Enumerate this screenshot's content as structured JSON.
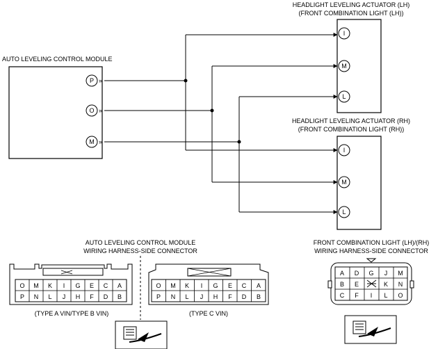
{
  "module": {
    "title": "AUTO LEVELING CONTROL MODULE",
    "pins": [
      "P",
      "O",
      "M"
    ]
  },
  "actuator_lh": {
    "title_line1": "HEADLIGHT LEVELING ACTUATOR (LH)",
    "title_line2": "(FRONT COMBINATION LIGHT (LH))",
    "pins": [
      "I",
      "M",
      "L"
    ]
  },
  "actuator_rh": {
    "title_line1": "HEADLIGHT LEVELING ACTUATOR (RH)",
    "title_line2": "(FRONT COMBINATION LIGHT (RH))",
    "pins": [
      "I",
      "M",
      "L"
    ]
  },
  "module_connector": {
    "title_line1": "AUTO LEVELING CONTROL MODULE",
    "title_line2": "WIRING HARNESS-SIDE CONNECTOR",
    "type_ab": {
      "row1": [
        "O",
        "M",
        "K",
        "I",
        "G",
        "E",
        "C",
        "A"
      ],
      "row2": [
        "P",
        "N",
        "L",
        "J",
        "H",
        "F",
        "D",
        "B"
      ],
      "caption": "(TYPE A VIN/TYPE B VIN)"
    },
    "type_c": {
      "row1": [
        "O",
        "M",
        "K",
        "I",
        "G",
        "E",
        "C",
        "A"
      ],
      "row2": [
        "P",
        "N",
        "L",
        "J",
        "H",
        "F",
        "D",
        "B"
      ],
      "caption": "(TYPE C VIN)"
    }
  },
  "light_connector": {
    "title_line1": "FRONT COMBINATION LIGHT (LH)/(RH)",
    "title_line2": "WIRING HARNESS-SIDE CONNECTOR",
    "rows": [
      [
        "A",
        "D",
        "G",
        "J",
        "M"
      ],
      [
        "B",
        "E",
        "",
        "K",
        "N"
      ],
      [
        "C",
        "F",
        "I",
        "L",
        "O"
      ]
    ]
  }
}
